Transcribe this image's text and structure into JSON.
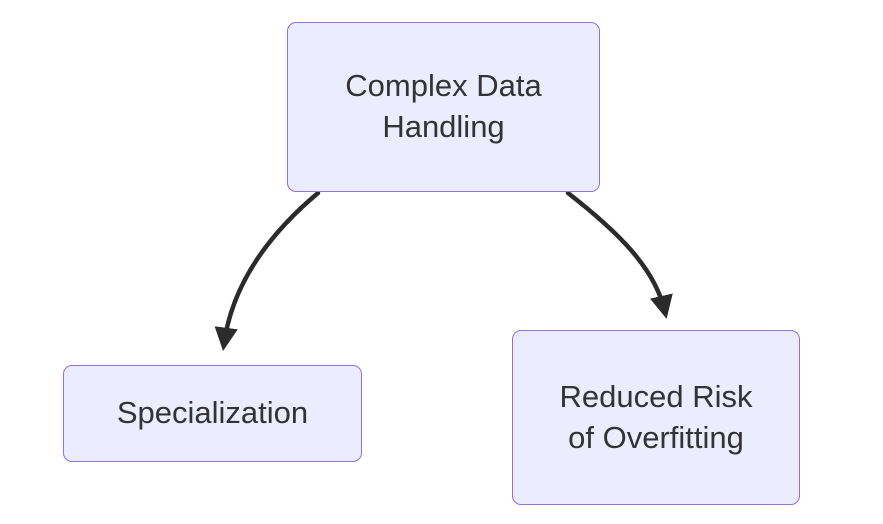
{
  "diagram": {
    "nodes": {
      "complex_data_handling": {
        "label": "Complex Data Handling",
        "lines": [
          "Complex Data",
          "Handling"
        ]
      },
      "specialization": {
        "label": "Specialization",
        "lines": [
          "Specialization"
        ]
      },
      "reduced_risk_of_overfitting": {
        "label": "Reduced Risk of Overfitting",
        "lines": [
          "Reduced Risk",
          "of Overfitting"
        ]
      }
    },
    "edges": [
      {
        "from": "complex_data_handling",
        "to": "specialization"
      },
      {
        "from": "complex_data_handling",
        "to": "reduced_risk_of_overfitting"
      }
    ],
    "colors": {
      "node_fill": "#ECECFF",
      "node_border": "#9370DB",
      "arrow": "#2B2B2B",
      "text": "#333333"
    }
  }
}
